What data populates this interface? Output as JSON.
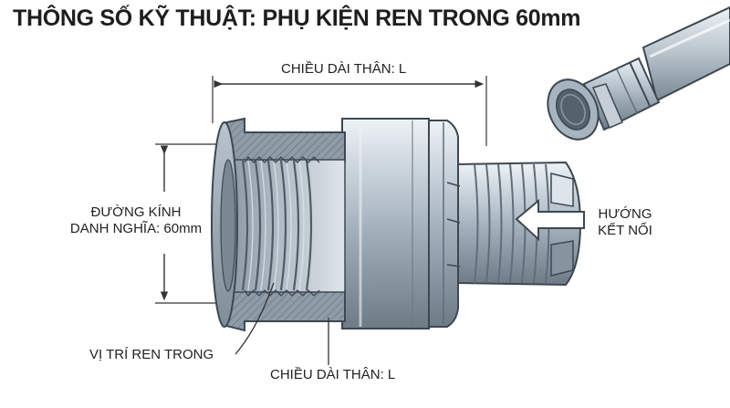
{
  "title": "THÔNG SỐ KỸ THUẬT: PHỤ KIỆN REN TRONG 60mm",
  "labels": {
    "body_length_top": "CHIỀU DÀI THÂN: L",
    "diameter_line1": "ĐƯỜNG KÍNH",
    "diameter_line2": "DANH NGHĨA: 60mm",
    "thread_position": "VỊ TRÍ REN TRONG",
    "body_length_bottom": "CHIỀU DÀI THÂN: L",
    "direction_line1": "HƯỚNG",
    "direction_line2": "KẾT NỐI"
  },
  "icons": {
    "inset": "coupling-pipe-inset-icon",
    "arrow": "connection-arrow-icon"
  },
  "colors": {
    "metal_light": "#c9d3dc",
    "metal_mid": "#93a1ae",
    "metal_dark": "#5f6e7b",
    "outline": "#3d4852",
    "text": "#222222"
  }
}
